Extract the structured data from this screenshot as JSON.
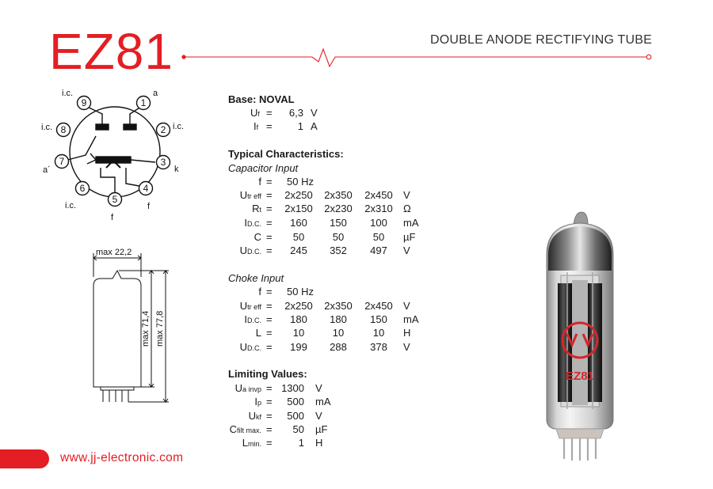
{
  "header": {
    "title": "EZ81",
    "subtitle": "DOUBLE ANODE RECTIFYING TUBE",
    "accent_color": "#e31e24"
  },
  "pin_diagram": {
    "pins": [
      {
        "num": "1",
        "label": "a"
      },
      {
        "num": "2",
        "label": "i.c."
      },
      {
        "num": "3",
        "label": "k"
      },
      {
        "num": "4",
        "label": "f"
      },
      {
        "num": "5",
        "label": "f"
      },
      {
        "num": "6",
        "label": "i.c."
      },
      {
        "num": "7",
        "label": "a´"
      },
      {
        "num": "8",
        "label": "i.c."
      },
      {
        "num": "9",
        "label": "i.c."
      }
    ]
  },
  "dimensions": {
    "width_label": "max 22,2",
    "height_inner_label": "max 71,4",
    "height_outer_label": "max 77,8"
  },
  "specs": {
    "base_label": "Base: NOVAL",
    "heater": [
      {
        "sym": "U",
        "sub": "f",
        "eq": "=",
        "val": "6,3",
        "unit": "V"
      },
      {
        "sym": "I",
        "sub": "f",
        "eq": "=",
        "val": "1",
        "unit": "A"
      }
    ],
    "typical_heading": "Typical Characteristics:",
    "capacitor": {
      "heading": "Capacitor Input",
      "freq": {
        "sym": "f",
        "eq": "=",
        "val": "50 Hz"
      },
      "rows": [
        {
          "sym": "U",
          "sub": "tr eff",
          "eq": "=",
          "vals": [
            "2x250",
            "2x350",
            "2x450"
          ],
          "unit": "V"
        },
        {
          "sym": "R",
          "sub": "t",
          "eq": "=",
          "vals": [
            "2x150",
            "2x230",
            "2x310"
          ],
          "unit": "Ω"
        },
        {
          "sym": "I",
          "sub": "D.C.",
          "eq": "=",
          "vals": [
            "160",
            "150",
            "100"
          ],
          "unit": "mA"
        },
        {
          "sym": "C",
          "sub": "",
          "eq": "=",
          "vals": [
            "50",
            "50",
            "50"
          ],
          "unit": "µF"
        },
        {
          "sym": "U",
          "sub": "D.C.",
          "eq": "=",
          "vals": [
            "245",
            "352",
            "497"
          ],
          "unit": "V"
        }
      ]
    },
    "choke": {
      "heading": "Choke Input",
      "freq": {
        "sym": "f",
        "eq": "=",
        "val": "50 Hz"
      },
      "rows": [
        {
          "sym": "U",
          "sub": "tr eff",
          "eq": "=",
          "vals": [
            "2x250",
            "2x350",
            "2x450"
          ],
          "unit": "V"
        },
        {
          "sym": "I",
          "sub": "D.C.",
          "eq": "=",
          "vals": [
            "180",
            "180",
            "150"
          ],
          "unit": "mA"
        },
        {
          "sym": "L",
          "sub": "",
          "eq": "=",
          "vals": [
            "10",
            "10",
            "10"
          ],
          "unit": "H"
        },
        {
          "sym": "U",
          "sub": "D.C.",
          "eq": "=",
          "vals": [
            "199",
            "288",
            "378"
          ],
          "unit": "V"
        }
      ]
    },
    "limiting": {
      "heading": "Limiting Values:",
      "rows": [
        {
          "sym": "U",
          "sub": "a invp",
          "eq": "=",
          "val": "1300",
          "unit": "V"
        },
        {
          "sym": "I",
          "sub": "p",
          "eq": "=",
          "val": "500",
          "unit": "mA"
        },
        {
          "sym": "U",
          "sub": "kf",
          "eq": "=",
          "val": "500",
          "unit": "V"
        },
        {
          "sym": "C",
          "sub": "filt max.",
          "eq": "=",
          "val": "50",
          "unit": "µF"
        },
        {
          "sym": "L",
          "sub": "min.",
          "eq": "=",
          "val": "1",
          "unit": "H"
        }
      ]
    }
  },
  "tube_logo_text": "EZ81",
  "footer": {
    "url": "www.jj-electronic.com"
  }
}
